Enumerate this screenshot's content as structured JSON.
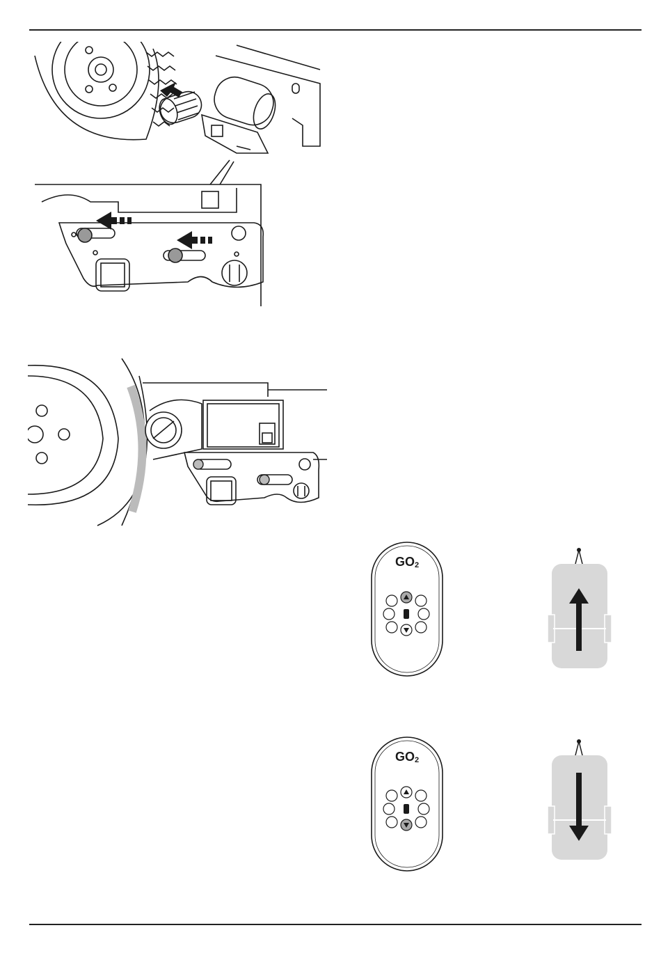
{
  "remote_top": {
    "logo_main": "GO",
    "logo_sub": "2",
    "highlighted_button": "up-arrow"
  },
  "remote_bottom": {
    "logo_main": "GO",
    "logo_sub": "2",
    "highlighted_button": "down-arrow"
  },
  "colors": {
    "line": "#1a1a1a",
    "highlight_grey": "#b5b5b5",
    "caravan_grey": "#d8d8d8"
  }
}
